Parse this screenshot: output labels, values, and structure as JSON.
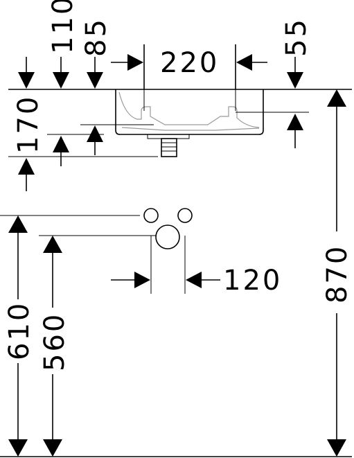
{
  "dimensions": {
    "top_left_110": "110",
    "top_left_85": "85",
    "top_width_220": "220",
    "top_right_55": "55",
    "left_170": "170",
    "pipe_spacing_120": "120",
    "right_height_870": "870",
    "left_height_610": "610",
    "left_height_560": "560"
  }
}
